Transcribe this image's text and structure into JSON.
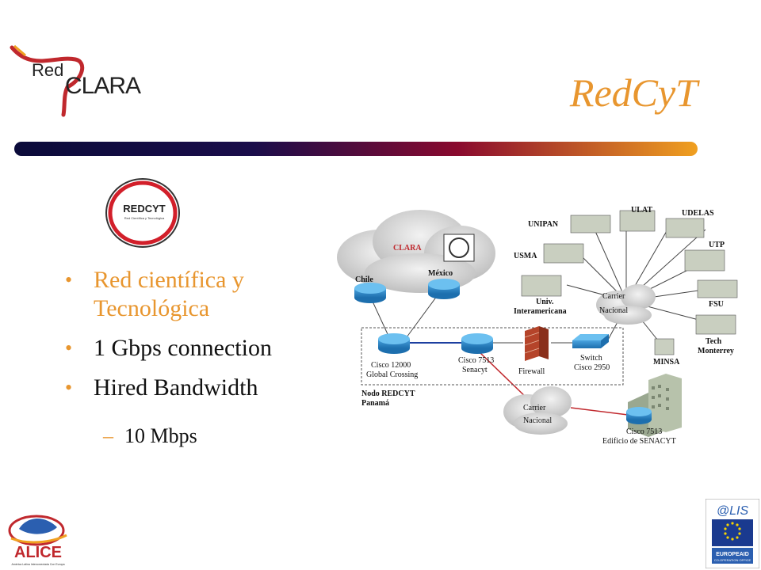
{
  "header": {
    "logo_text_1": "Red",
    "logo_text_2": "CLARA",
    "title": "RedCyT"
  },
  "redcyt_logo": {
    "text": "REDCYT",
    "subtext": "Red Científica y Tecnológica"
  },
  "bullets": [
    "Red científica y Tecnológica",
    "1 Gbps connection",
    "Hired Bandwidth"
  ],
  "sub_bullet": "10 Mbps",
  "diagram": {
    "cloud_clara": "CLARA",
    "chile": "Chile",
    "mexico": "México",
    "cisco12000_1": "Cisco 12000",
    "cisco12000_2": "Global Crossing",
    "cisco7513_1": "Cisco 7513",
    "cisco7513_2": "Senacyt",
    "firewall": "Firewall",
    "switch_1": "Switch",
    "switch_2": "Cisco 2950",
    "nodo_1": "Nodo REDCYT",
    "nodo_2": "Panamá",
    "carrier_a_1": "Carrier",
    "carrier_a_2": "Nacional",
    "carrier_b_1": "Carrier",
    "carrier_b_2": "Nacional",
    "edificio_1": "Cisco 7513",
    "edificio_2": "Edificio de SENACYT",
    "sites": {
      "unipan": "UNIPAN",
      "ulat": "ULAT",
      "udelas": "UDELAS",
      "usma": "USMA",
      "utp": "UTP",
      "univ_1": "Univ.",
      "univ_2": "Interamericana",
      "fsu": "FSU",
      "tech_1": "Tech",
      "tech_2": "Monterrey",
      "minsa": "MINSA"
    }
  },
  "footer": {
    "alice": "ALICE",
    "alice_sub": "América Latina Interconectada Con Europa",
    "alis": "@LIS",
    "europeaid": "EUROPEAID",
    "europeaid_sub": "CO-OPERATION OFFICE"
  },
  "colors": {
    "accent": "#e8962f",
    "bar_start": "#0b0b3a",
    "bar_mid": "#8a0a2e",
    "bar_end": "#f0a020"
  }
}
